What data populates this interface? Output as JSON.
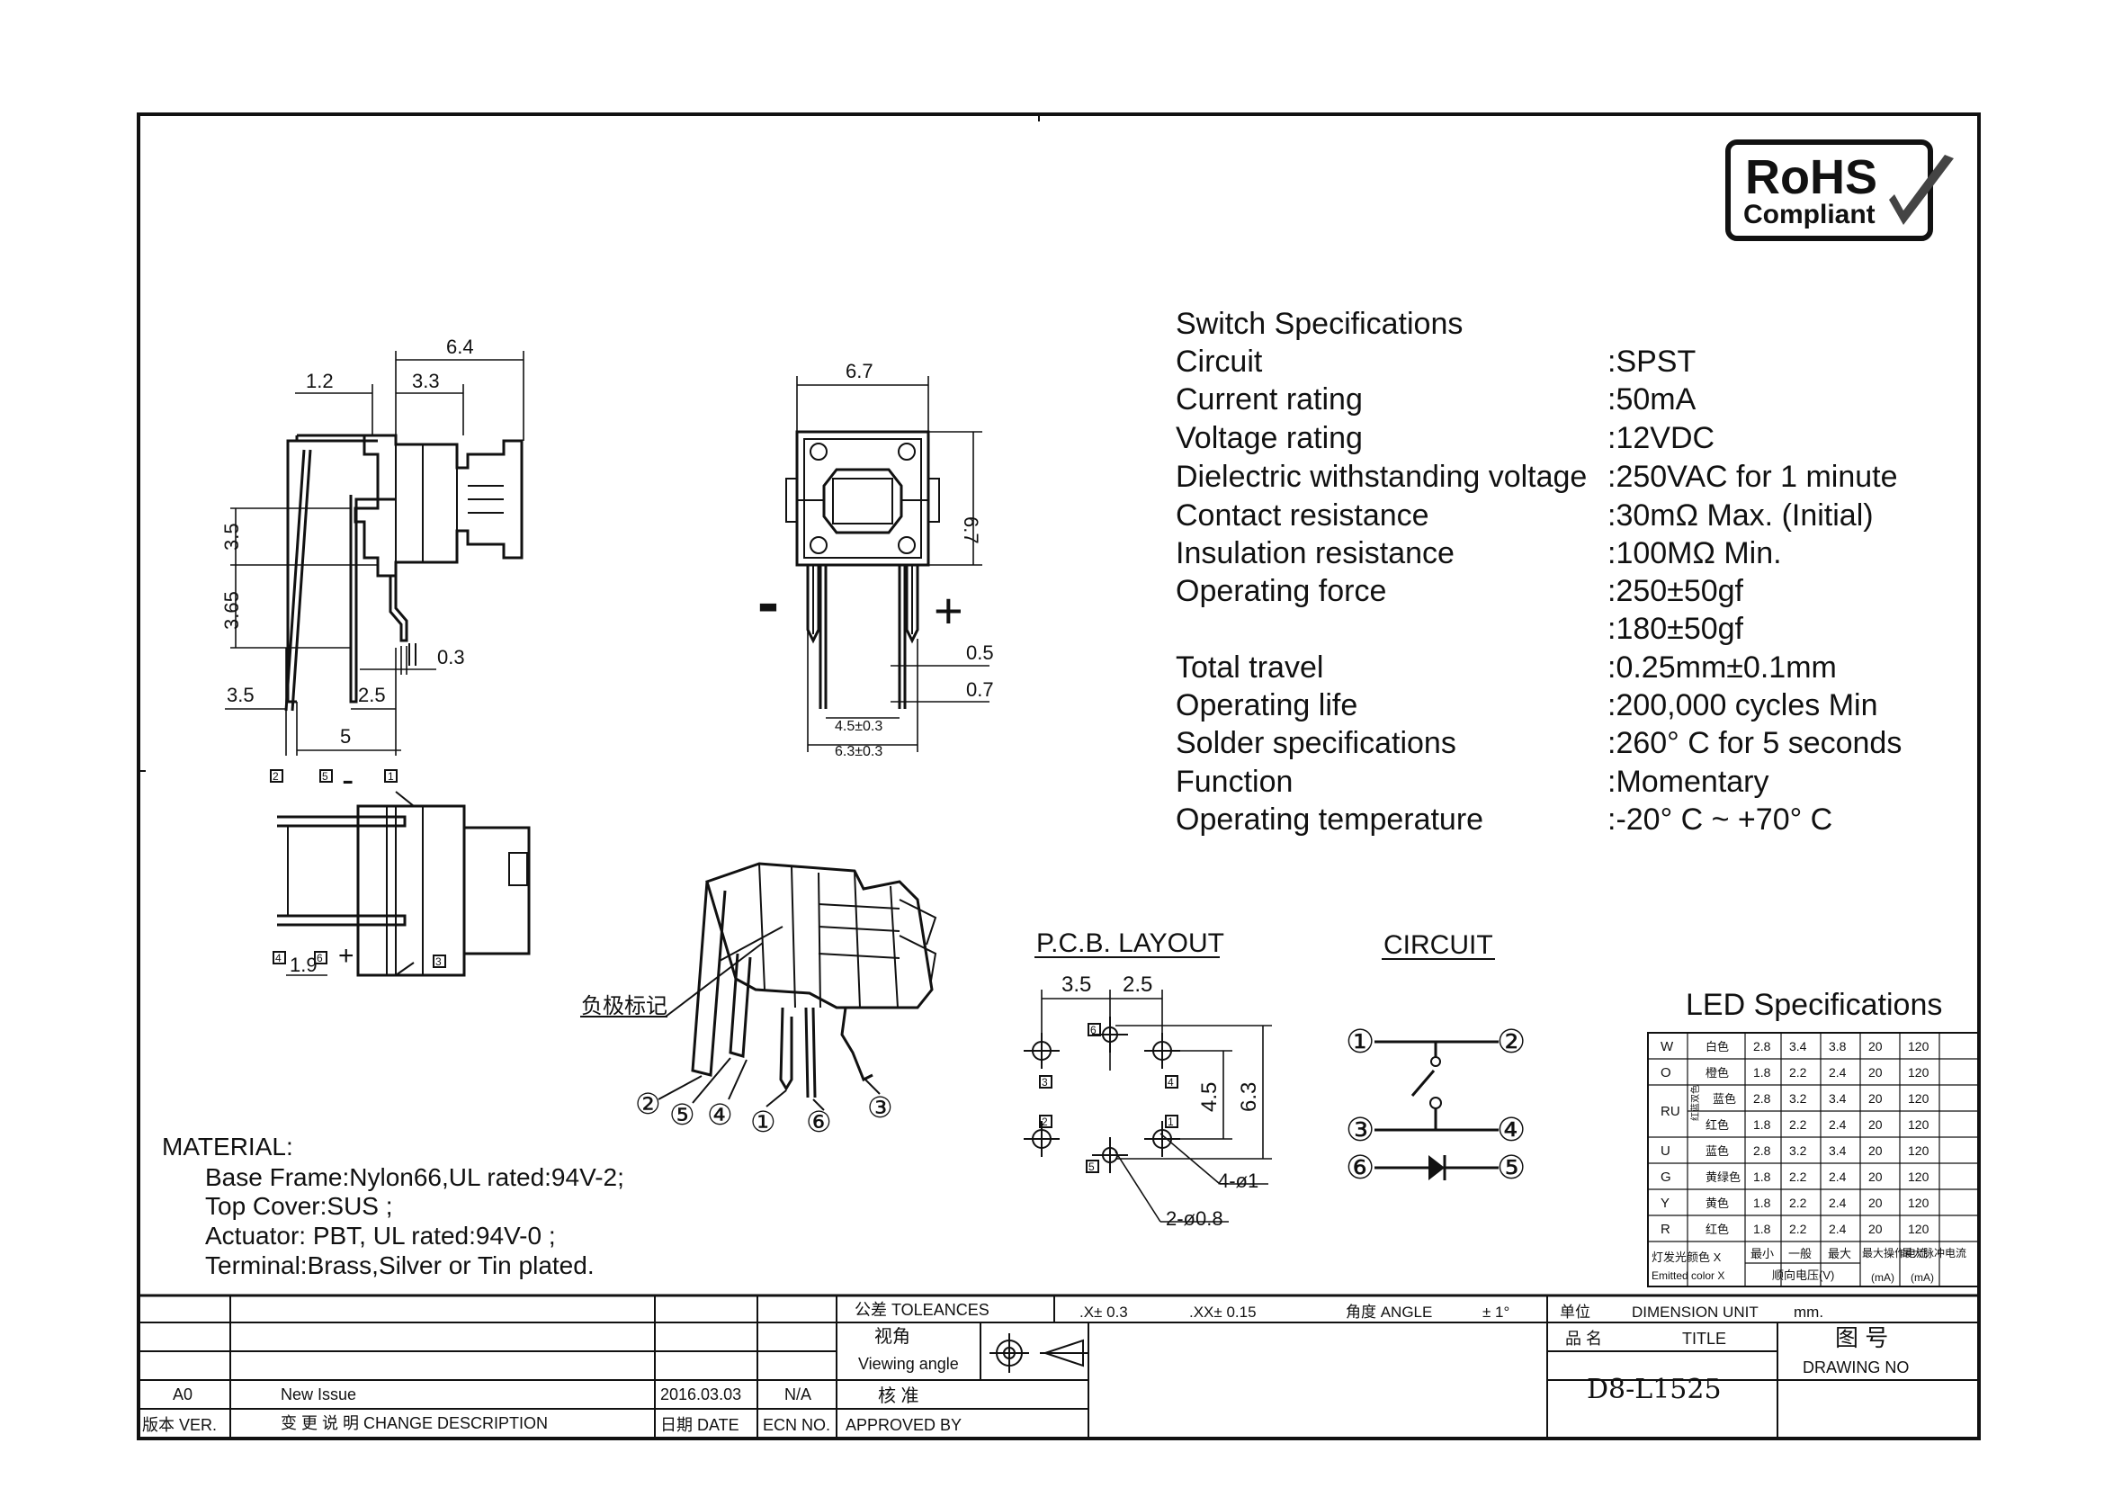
{
  "logo": {
    "line1": "RoHS",
    "line2": "Compliant"
  },
  "switch_specs": {
    "title": "Switch Specifications",
    "rows": [
      {
        "label": "Circuit",
        "value": ":SPST"
      },
      {
        "label": "Current rating",
        "value": ":50mA"
      },
      {
        "label": "Voltage rating",
        "value": ":12VDC"
      },
      {
        "label": "Dielectric withstanding voltage",
        "value": ":250VAC for 1 minute"
      },
      {
        "label": "Contact resistance",
        "value": ":30mΩ   Max. (Initial)"
      },
      {
        "label": "Insulation resistance",
        "value": ":100MΩ   Min."
      },
      {
        "label": "Operating force",
        "value": ":250±50gf"
      },
      {
        "label": "",
        "value": ":180±50gf"
      },
      {
        "label": "Total travel",
        "value": ":0.25mm±0.1mm"
      },
      {
        "label": "Operating life",
        "value": ":200,000 cycles Min"
      },
      {
        "label": "Solder specifications",
        "value": ":260° C for 5 seconds"
      },
      {
        "label": "Function",
        "value": ":Momentary"
      },
      {
        "label": "Operating temperature",
        "value": ":-20° C ~ +70° C"
      }
    ]
  },
  "side_view": {
    "dims": [
      "6.4",
      "1.2",
      "3.3",
      "3.5",
      "3.65",
      "0.3",
      "3.5",
      "2.5",
      "5"
    ]
  },
  "front_view": {
    "dims": [
      "6.7",
      "6.7",
      "0.5",
      "0.7",
      "4.5±0.3",
      "6.3±0.3"
    ],
    "minus": "-",
    "plus": "+"
  },
  "bottom_view": {
    "pins": [
      "2",
      "5",
      "1",
      "4",
      "6",
      "3"
    ],
    "minus": "-",
    "plus": "+",
    "dim": "1.9"
  },
  "iso_view": {
    "callout": "负极标记",
    "pins": [
      "②",
      "⑤",
      "④",
      "①",
      "⑥",
      "③"
    ]
  },
  "pcb_layout": {
    "title": "P.C.B. LAYOUT",
    "dims": [
      "3.5",
      "2.5",
      "4.5",
      "6.3",
      "4-ø1",
      "2-ø0.8"
    ],
    "pins": [
      "6",
      "3",
      "2",
      "1",
      "4",
      "5"
    ]
  },
  "circuit": {
    "title": "CIRCUIT",
    "nodes": [
      "①",
      "②",
      "③",
      "④",
      "⑥",
      "⑤"
    ]
  },
  "led_specs": {
    "title": "LED Specifications",
    "rows": [
      {
        "code": "W",
        "color": "白色",
        "sub": "",
        "min": "2.8",
        "typ": "3.4",
        "max": "3.8",
        "if": "20",
        "ifp": "120"
      },
      {
        "code": "O",
        "color": "橙色",
        "sub": "",
        "min": "1.8",
        "typ": "2.2",
        "max": "2.4",
        "if": "20",
        "ifp": "120"
      },
      {
        "code": "RU",
        "color": "蓝色",
        "sub": "红蓝双色",
        "min": "2.8",
        "typ": "3.2",
        "max": "3.4",
        "if": "20",
        "ifp": "120"
      },
      {
        "code": "",
        "color": "红色",
        "sub": "",
        "min": "1.8",
        "typ": "2.2",
        "max": "2.4",
        "if": "20",
        "ifp": "120"
      },
      {
        "code": "U",
        "color": "蓝色",
        "sub": "",
        "min": "2.8",
        "typ": "3.2",
        "max": "3.4",
        "if": "20",
        "ifp": "120"
      },
      {
        "code": "G",
        "color": "黄绿色",
        "sub": "",
        "min": "1.8",
        "typ": "2.2",
        "max": "2.4",
        "if": "20",
        "ifp": "120"
      },
      {
        "code": "Y",
        "color": "黄色",
        "sub": "",
        "min": "1.8",
        "typ": "2.2",
        "max": "2.4",
        "if": "20",
        "ifp": "120"
      },
      {
        "code": "R",
        "color": "红色",
        "sub": "",
        "min": "1.8",
        "typ": "2.2",
        "max": "2.4",
        "if": "20",
        "ifp": "120"
      }
    ],
    "footer": {
      "emitted_cn": "灯发光颜色 X",
      "emitted_en": "Emitted color X",
      "min": "最小",
      "typ": "一般",
      "max": "最大",
      "vf": "顺向电压(V)",
      "if_cn": "最大操作电流",
      "if_unit": "(mA)",
      "ifp_cn": "最大脉冲电流",
      "ifp_unit": "(mA)"
    }
  },
  "material": {
    "title": "MATERIAL:",
    "lines": [
      "Base Frame:Nylon66,UL rated:94V-2;",
      "Top Cover:SUS ;",
      "Actuator: PBT, UL rated:94V-0 ;",
      "Terminal:Brass,Silver or Tin plated."
    ]
  },
  "title_block": {
    "tolerances": "公差 TOLEANCES",
    "tol_x": ".X± 0.3",
    "tol_xx": ".XX± 0.15",
    "angle": "角度 ANGLE",
    "angle_val": "± 1°",
    "unit_cn": "单位",
    "unit_en": "DIMENSION UNIT",
    "unit_val": "mm.",
    "viewing_cn": "视角",
    "viewing_en": "Viewing angle",
    "approved_cn": "核  准",
    "approved_en": "APPROVED BY",
    "title_cn": "品  名",
    "title_en": "TITLE",
    "drawing_cn": "图    号",
    "drawing_en": "DRAWING NO",
    "part_no": "D8-L1525",
    "rev": "A0",
    "rev_desc": "New Issue",
    "rev_date": "2016.03.03",
    "rev_ecn": "N/A",
    "hdr_ver": "版本 VER.",
    "hdr_desc": "变 更 说 明  CHANGE DESCRIPTION",
    "hdr_date": "日期 DATE",
    "hdr_ecn": "ECN NO."
  }
}
